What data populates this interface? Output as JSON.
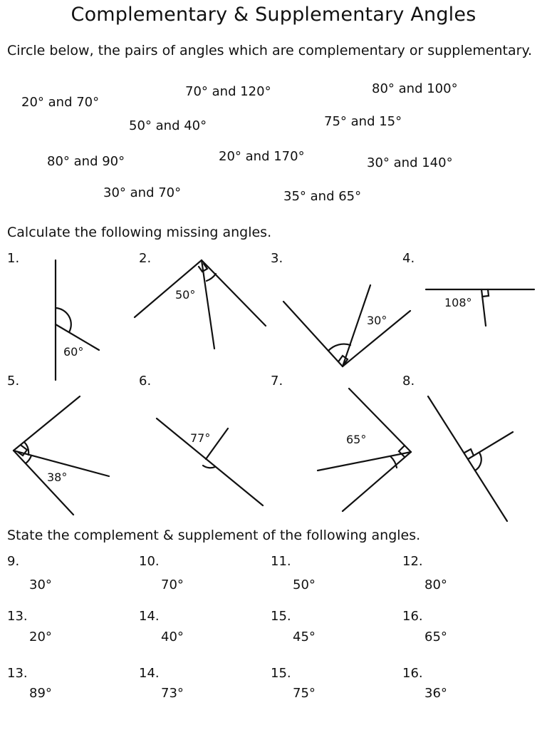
{
  "title": "Complementary & Supplementary Angles",
  "section1": {
    "instruction": "Circle below, the pairs of angles which are complementary or supplementary.",
    "pairs": [
      "20° and 70°",
      "70° and 120°",
      "80° and 100°",
      "50° and 40°",
      "75° and 15°",
      "80° and 90°",
      "20° and 170°",
      "30° and 140°",
      "30° and 70°",
      "35° and 65°"
    ]
  },
  "section2": {
    "instruction": "Calculate the following missing angles.",
    "problems": [
      {
        "number": "1.",
        "label": "60°"
      },
      {
        "number": "2.",
        "label": "50°"
      },
      {
        "number": "3.",
        "label": "30°"
      },
      {
        "number": "4.",
        "label": "108°"
      },
      {
        "number": "5.",
        "label": "38°"
      },
      {
        "number": "6.",
        "label": "77°"
      },
      {
        "number": "7.",
        "label": "65°"
      },
      {
        "number": "8.",
        "label": ""
      }
    ]
  },
  "section3": {
    "instruction": "State the complement & supplement of the following angles.",
    "items": [
      {
        "number": "9.",
        "angle": "30°"
      },
      {
        "number": "10.",
        "angle": "70°"
      },
      {
        "number": "11.",
        "angle": "50°"
      },
      {
        "number": "12.",
        "angle": "80°"
      },
      {
        "number": "13.",
        "angle": "20°"
      },
      {
        "number": "14.",
        "angle": "40°"
      },
      {
        "number": "15.",
        "angle": "45°"
      },
      {
        "number": "16.",
        "angle": "65°"
      },
      {
        "number": "13.",
        "angle": "89°"
      },
      {
        "number": "14.",
        "angle": "73°"
      },
      {
        "number": "15.",
        "angle": "75°"
      },
      {
        "number": "16.",
        "angle": "36°"
      }
    ]
  }
}
